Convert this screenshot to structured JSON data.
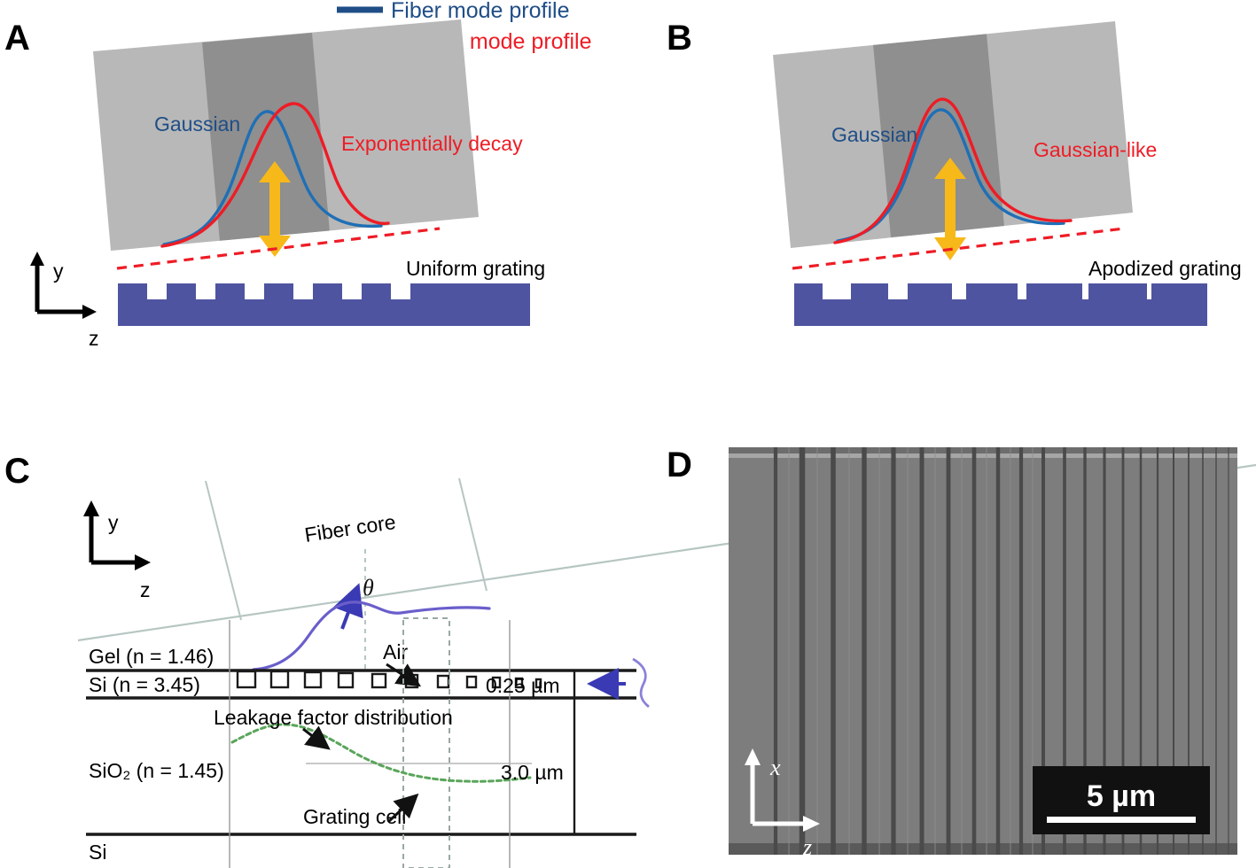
{
  "figure": {
    "legend": [
      {
        "label": "Fiber mode profile",
        "color": "#1f4e87",
        "name": "fiber-mode"
      },
      {
        "label": "Grating mode profile",
        "color": "#ee1c25",
        "name": "grating-mode"
      }
    ],
    "panels": {
      "A": {
        "letter": "A",
        "curve_labels": {
          "blue": "Gaussian",
          "red": "Exponentially decay"
        },
        "grating_caption": "Uniform grating",
        "axes": {
          "y": "y",
          "z": "z"
        },
        "grating_type": "uniform",
        "teeth": 7
      },
      "B": {
        "letter": "B",
        "curve_labels": {
          "blue": "Gaussian",
          "red": "Gaussian-like"
        },
        "grating_caption": "Apodized grating",
        "grating_type": "apodized",
        "teeth": 7
      },
      "C": {
        "letter": "C",
        "axes": {
          "y": "y",
          "z": "z"
        },
        "fiber_core": "Fiber core",
        "theta": "θ",
        "layers": [
          {
            "name": "gel",
            "label": "Gel (n = 1.46)"
          },
          {
            "name": "si-top",
            "label": "Si (n = 3.45)"
          },
          {
            "name": "sio2",
            "label": "SiO₂ (n = 1.45)"
          },
          {
            "name": "si-bottom",
            "label": "Si"
          }
        ],
        "annotations": {
          "air": "Air",
          "leakage": "Leakage factor distribution",
          "grating_cell": "Grating cell"
        },
        "dimensions": {
          "si_thickness": "0.25 µm",
          "sio2_thickness": "3.0 µm"
        }
      },
      "D": {
        "letter": "D",
        "axes": {
          "x": "x",
          "z": "z"
        },
        "scale_bar": "5 µm"
      }
    },
    "colors": {
      "grating_blue": "#4f54a0",
      "fiber_blue": "#1f6fb5",
      "mode_red": "#ee1c25",
      "arrow_yellow": "#f7b819",
      "cladding_gray": "#b8b8b8",
      "core_gray": "#8f8f8f",
      "purple_mode": "#4b4bb5",
      "leakage_green": "#5aa55a",
      "sem_gray": "#7d7d7d"
    }
  }
}
